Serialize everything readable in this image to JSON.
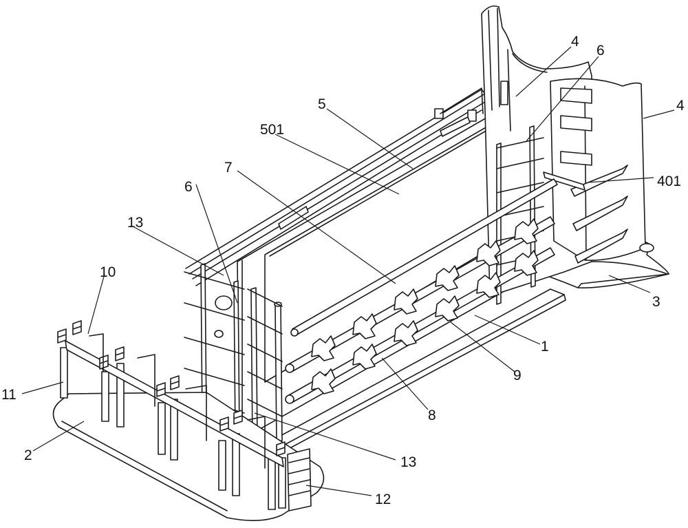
{
  "labels": {
    "l1": "1",
    "l2": "2",
    "l3": "3",
    "l4a": "4",
    "l4b": "4",
    "l5": "5",
    "l501": "501",
    "l6a": "6",
    "l6b": "6",
    "l7": "7",
    "l8": "8",
    "l9": "9",
    "l10": "10",
    "l11": "11",
    "l12": "12",
    "l13a": "13",
    "l13b": "13",
    "l401": "401"
  }
}
